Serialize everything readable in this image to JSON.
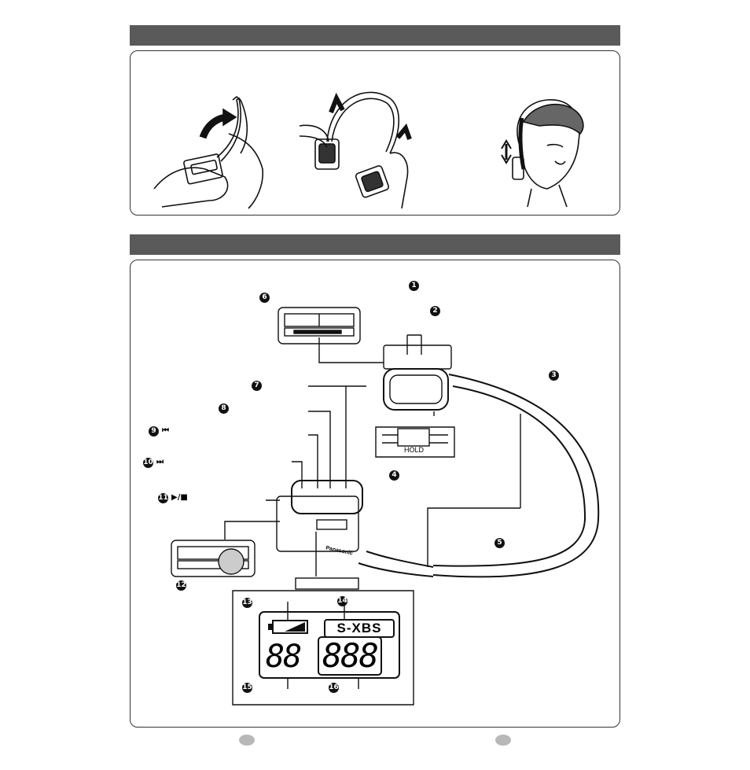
{
  "callouts": [
    "1",
    "2",
    "3",
    "4",
    "5",
    "6",
    "7",
    "8",
    "9",
    "10",
    "11",
    "12",
    "13",
    "14",
    "15",
    "16"
  ],
  "control_icons": {
    "skip_back": "skip-back-icon",
    "skip_forward": "skip-forward-icon",
    "play_stop": "play-stop-icon"
  },
  "hold_switch": {
    "label": "HOLD"
  },
  "display": {
    "mode_label": "S-XBS",
    "small_digits": "88",
    "large_digits": "888"
  },
  "brand": {
    "logo_text": "Panasonic"
  }
}
